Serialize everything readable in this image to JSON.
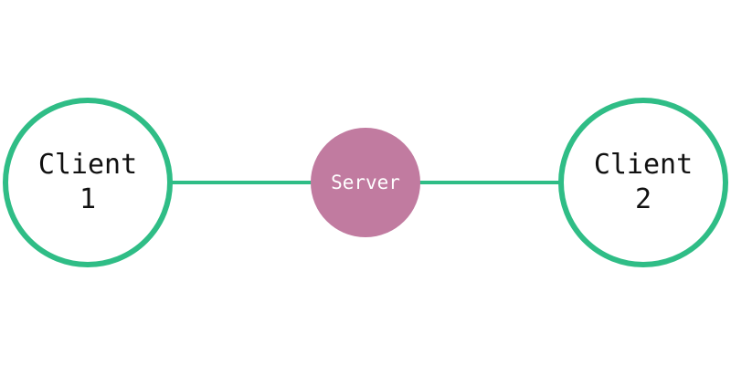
{
  "diagram": {
    "colors": {
      "client_stroke": "#2fbd86",
      "link": "#2fbd86",
      "server_fill": "#c17ba0",
      "server_text": "#ffffff",
      "client_text": "#111111",
      "background": "#ffffff"
    },
    "client_1": {
      "line_1": "Client",
      "line_2": "1"
    },
    "server": {
      "label": "Server"
    },
    "client_2": {
      "line_1": "Client",
      "line_2": "2"
    }
  }
}
